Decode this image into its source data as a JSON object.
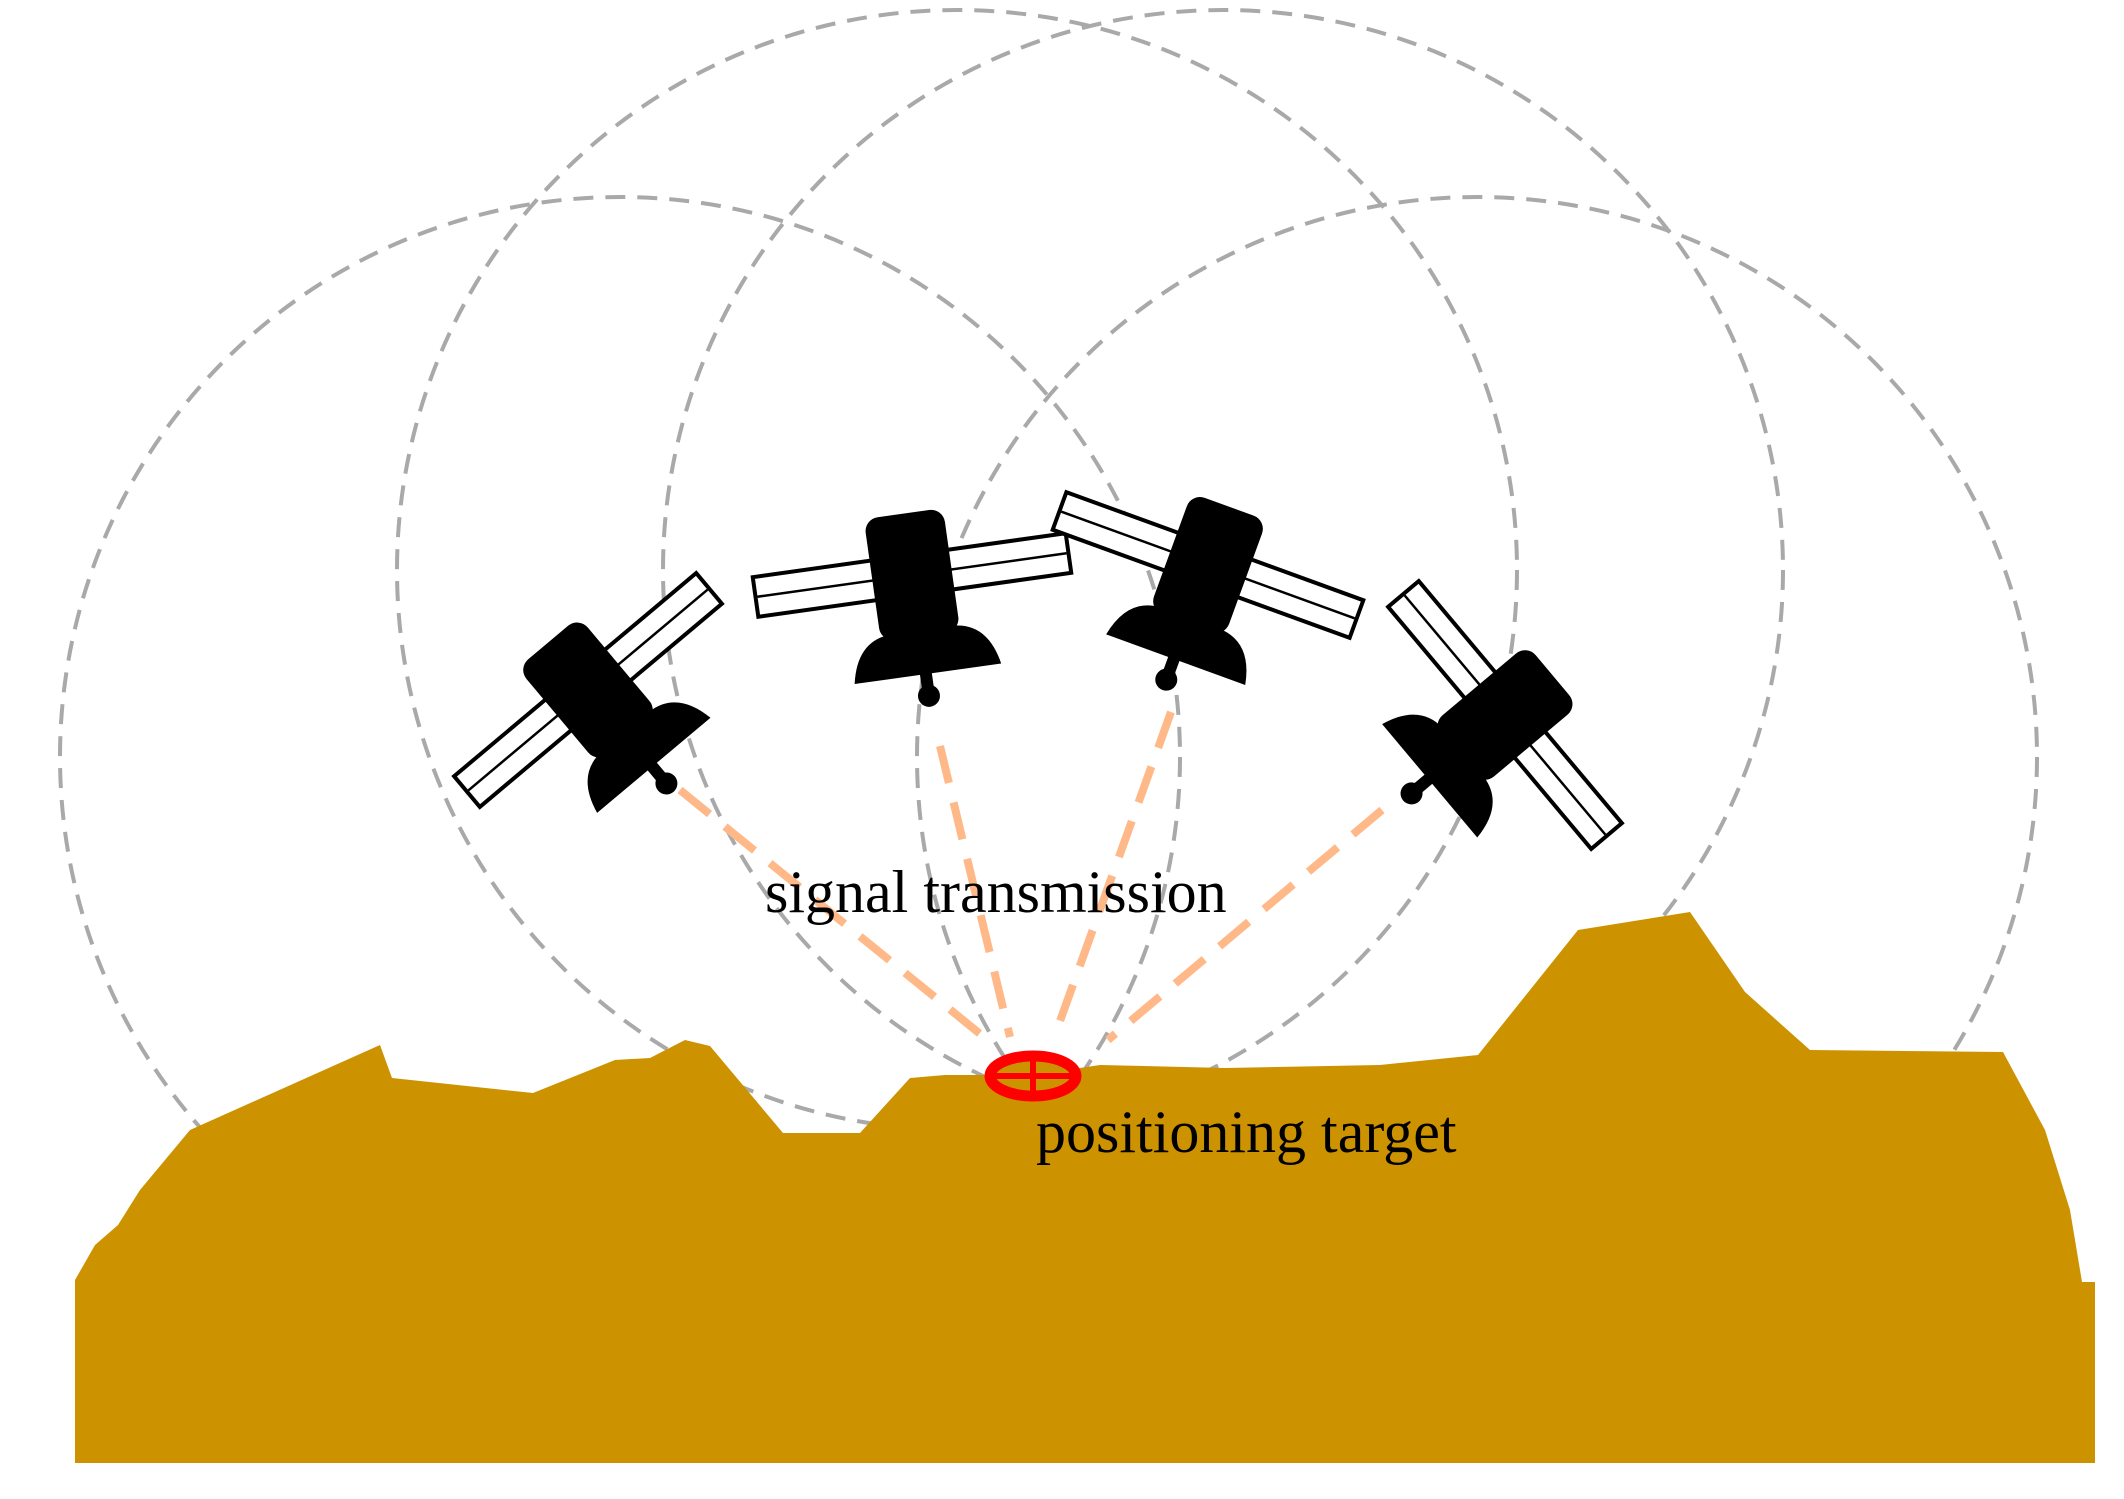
{
  "labels": {
    "signal": "signal transmission",
    "target": "positioning target"
  },
  "colors": {
    "terrain": "#cc9200",
    "target_marker": "#ff0000",
    "signal_line": "#ffb888",
    "range_circle": "#a9a9a9",
    "satellite": "#000000"
  },
  "icons": {
    "satellite": "satellite-icon",
    "target": "crosshair-target-icon"
  },
  "satellites": [
    {
      "name": "satellite-1"
    },
    {
      "name": "satellite-2"
    },
    {
      "name": "satellite-3"
    },
    {
      "name": "satellite-4"
    }
  ]
}
